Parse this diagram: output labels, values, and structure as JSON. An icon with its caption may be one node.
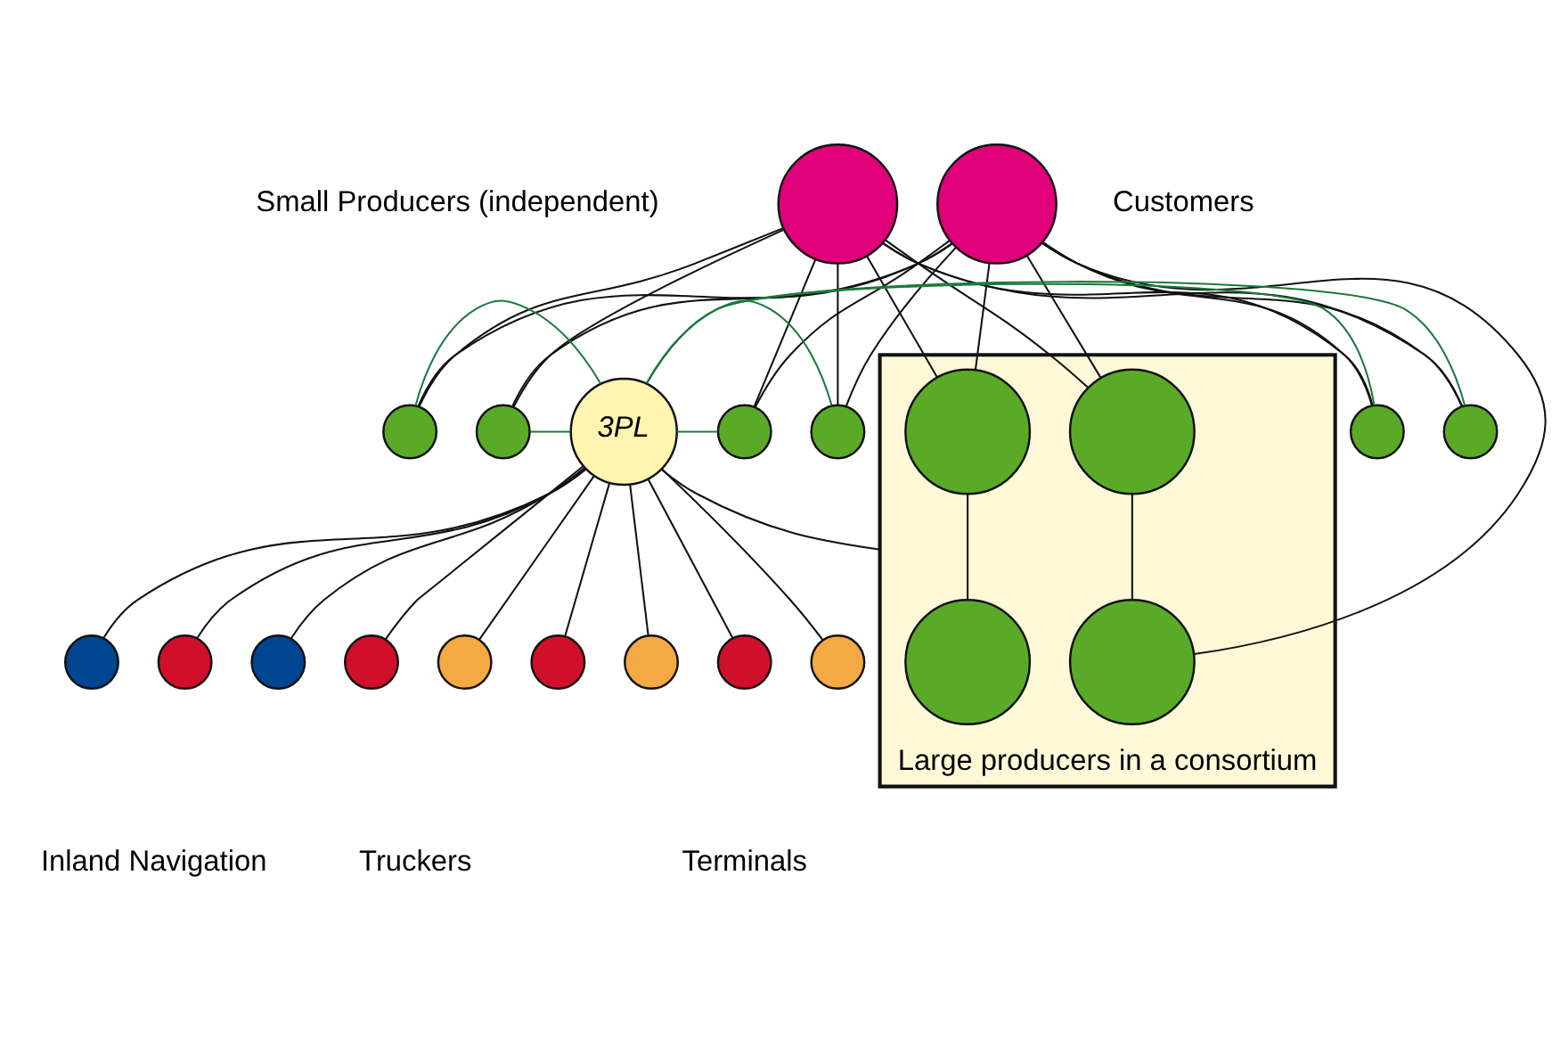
{
  "diagram": {
    "nodes": [
      {
        "text": [],
        "shape": "circle"
      },
      {
        "text": [],
        "shape": "circle"
      },
      {
        "text": [],
        "shape": "circle"
      },
      {
        "text": [],
        "shape": "circle"
      },
      {
        "text": [],
        "shape": "circle"
      },
      {
        "text": [],
        "shape": "circle"
      },
      {
        "text": [],
        "shape": "circle"
      },
      {
        "text": [],
        "shape": "circle"
      },
      {
        "text": [
          "Large producers in a consortium"
        ]
      },
      {
        "text": [],
        "shape": "circle",
        "in": 8
      },
      {
        "text": [],
        "shape": "circle",
        "in": 8
      },
      {
        "text": [],
        "shape": "circle",
        "in": 8
      },
      {
        "text": [],
        "shape": "circle",
        "in": 8
      },
      {
        "text": [
          "3PL"
        ]
      },
      {
        "text": [],
        "shape": "circle"
      },
      {
        "text": [],
        "shape": "circle"
      },
      {
        "text": [],
        "shape": "circle"
      },
      {
        "text": [],
        "shape": "circle"
      },
      {
        "text": [],
        "shape": "circle"
      },
      {
        "text": [],
        "shape": "circle"
      },
      {
        "text": [],
        "shape": "circle"
      },
      {
        "text": [],
        "shape": "circle"
      },
      {
        "text": [],
        "shape": "circle"
      }
    ],
    "edges": [
      {
        "from": 0,
        "to": 9,
        "arrow": "none"
      },
      {
        "from": 0,
        "to": 10,
        "arrow": "none"
      },
      {
        "from": 0,
        "to": 2,
        "arrow": "none"
      },
      {
        "from": 0,
        "to": 3,
        "arrow": "none"
      },
      {
        "from": 0,
        "to": 4,
        "arrow": "none"
      },
      {
        "from": 0,
        "to": 5,
        "arrow": "none"
      },
      {
        "from": 0,
        "to": 6,
        "arrow": "none"
      },
      {
        "from": 0,
        "to": 7,
        "arrow": "none"
      },
      {
        "from": 1,
        "to": 9,
        "arrow": "none"
      },
      {
        "from": 1,
        "to": 10,
        "arrow": "none"
      },
      {
        "from": 1,
        "to": 12,
        "arrow": "none"
      },
      {
        "from": 1,
        "to": 2,
        "arrow": "none"
      },
      {
        "from": 1,
        "to": 3,
        "arrow": "none"
      },
      {
        "from": 1,
        "to": 4,
        "arrow": "none"
      },
      {
        "from": 1,
        "to": 5,
        "arrow": "none"
      },
      {
        "from": 1,
        "to": 6,
        "arrow": "none"
      },
      {
        "from": 1,
        "to": 7,
        "arrow": "none"
      },
      {
        "from": 9,
        "to": 12,
        "arrow": "none"
      },
      {
        "from": 10,
        "to": 11,
        "arrow": "none"
      },
      {
        "from": 8,
        "to": 13,
        "arrow": "none"
      },
      {
        "from": 13,
        "to": 2,
        "arrow": "none",
        "color": "#1a7a3a"
      },
      {
        "from": 13,
        "to": 3,
        "arrow": "none",
        "color": "#1a7a3a"
      },
      {
        "from": 13,
        "to": 4,
        "arrow": "none",
        "color": "#1a7a3a"
      },
      {
        "from": 13,
        "to": 5,
        "arrow": "none",
        "color": "#1a7a3a"
      },
      {
        "from": 13,
        "to": 6,
        "arrow": "none",
        "color": "#1a7a3a"
      },
      {
        "from": 13,
        "to": 7,
        "arrow": "none",
        "color": "#1a7a3a"
      },
      {
        "from": 13,
        "to": 14,
        "arrow": "none"
      },
      {
        "from": 13,
        "to": 15,
        "arrow": "none"
      },
      {
        "from": 13,
        "to": 16,
        "arrow": "none"
      },
      {
        "from": 13,
        "to": 17,
        "arrow": "none"
      },
      {
        "from": 13,
        "to": 18,
        "arrow": "none"
      },
      {
        "from": 13,
        "to": 19,
        "arrow": "none"
      },
      {
        "from": 13,
        "to": 20,
        "arrow": "none"
      },
      {
        "from": 13,
        "to": 21,
        "arrow": "none"
      },
      {
        "from": 13,
        "to": 22,
        "arrow": "none"
      }
    ],
    "labels": [
      "Customers",
      "Small Producers (independent)",
      "Truckers",
      "Inland Navigation",
      "Terminals"
    ]
  }
}
